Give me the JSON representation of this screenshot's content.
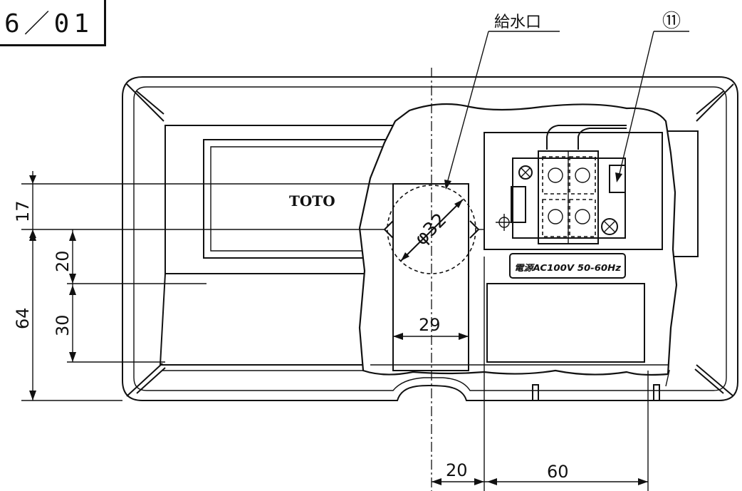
{
  "sheet_number": "6／01",
  "labels": {
    "water_inlet": "給水口",
    "part_number": "⑪",
    "brand": "TOTO",
    "power_label": "電源AC100V 50-60Hz"
  },
  "dimensions": {
    "diameter": "φ32",
    "d17": "17",
    "d20_vertical": "20",
    "d64": "64",
    "d30": "30",
    "d29": "29",
    "d20_horizontal": "20",
    "d60": "60"
  }
}
